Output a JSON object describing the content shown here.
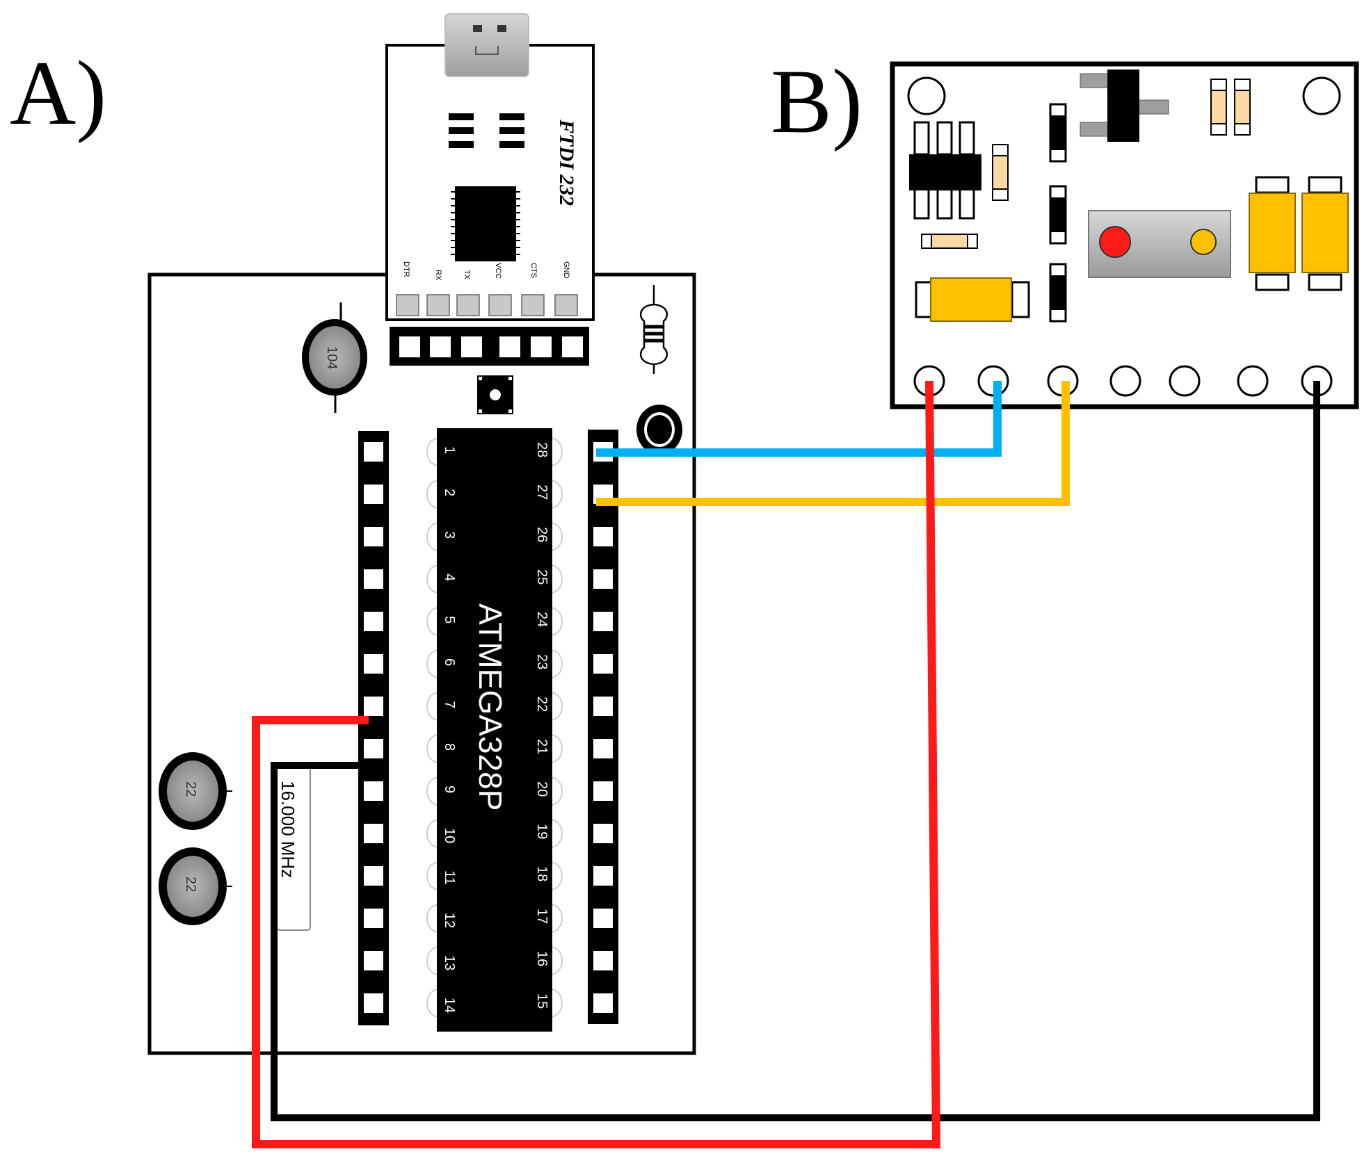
{
  "panels": {
    "a_label": "A)",
    "b_label": "B)"
  },
  "ftdi": {
    "name": "FTDI 232",
    "pins": [
      "DTR",
      "RX",
      "TX",
      "VCC",
      "CTS",
      "GND"
    ]
  },
  "mcu": {
    "name": "ATMEGA328P",
    "left_pins": [
      "1",
      "2",
      "3",
      "4",
      "5",
      "6",
      "7",
      "8",
      "9",
      "10",
      "11",
      "12",
      "13",
      "14"
    ],
    "right_pins": [
      "28",
      "27",
      "26",
      "25",
      "24",
      "23",
      "22",
      "21",
      "20",
      "19",
      "18",
      "17",
      "16",
      "15"
    ]
  },
  "components": {
    "cap_main": "104",
    "cap_1": "22",
    "cap_2": "22",
    "crystal": "16.000 MHz"
  },
  "colors": {
    "wire_red": "#ff1a1a",
    "wire_black": "#000000",
    "wire_blue": "#00b0f0",
    "wire_yellow": "#ffc000",
    "smd_yellow": "#ffc000",
    "smd_pale": "#fbd9a2"
  }
}
